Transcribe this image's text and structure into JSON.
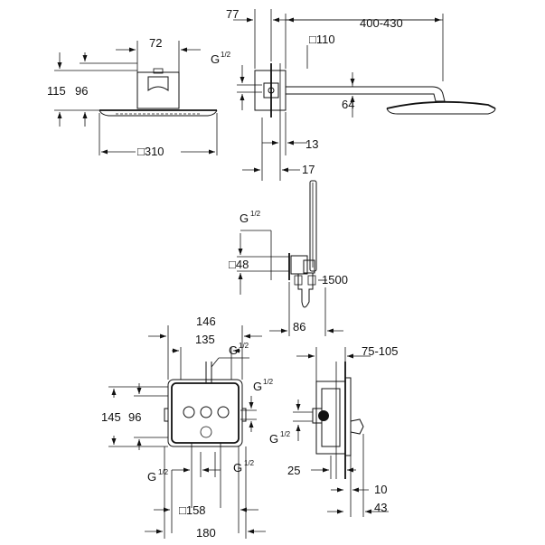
{
  "views": {
    "head_front": {
      "dims": {
        "w72": "72",
        "h115": "115",
        "h96": "96",
        "w310": "□310"
      }
    },
    "head_side": {
      "dims": {
        "d77": "77",
        "reach": "400-430",
        "sq110": "□110",
        "thread": "G",
        "thread_frac": "1/2",
        "d64": "64",
        "d13": "13",
        "d17": "17"
      }
    },
    "handshower": {
      "dims": {
        "thread": "G",
        "thread_frac": "1/2",
        "sq48": "□48",
        "hose": "1500",
        "d86": "86"
      }
    },
    "valve_front": {
      "dims": {
        "w146": "146",
        "w135": "135",
        "thread_top": "G",
        "thread_top_frac": "1/2",
        "thread_right": "G",
        "thread_right_frac": "1/2",
        "h145": "145",
        "h96": "96",
        "thread_bl": "G",
        "thread_bl_frac": "1/2",
        "thread_br": "G",
        "thread_br_frac": "1/2",
        "sq158": "□158",
        "w180": "180"
      }
    },
    "valve_side": {
      "dims": {
        "depth": "75-105",
        "thread": "G",
        "thread_frac": "1/2",
        "d25": "25",
        "d10": "10",
        "d43": "43"
      }
    }
  }
}
